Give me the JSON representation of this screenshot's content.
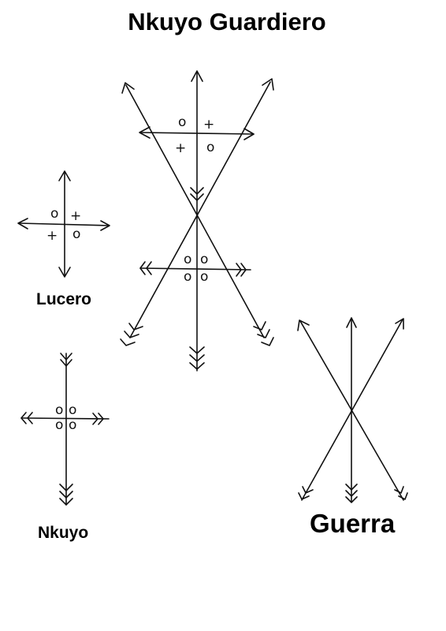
{
  "title": "Nkuyo Guardiero",
  "figures": {
    "lucero": {
      "label": "Lucero"
    },
    "nkuyo": {
      "label": "Nkuyo"
    },
    "guerra": {
      "label": "Guerra"
    },
    "guardiero": {
      "label": ""
    }
  },
  "marks": {
    "circle": "o",
    "cross": "+"
  }
}
